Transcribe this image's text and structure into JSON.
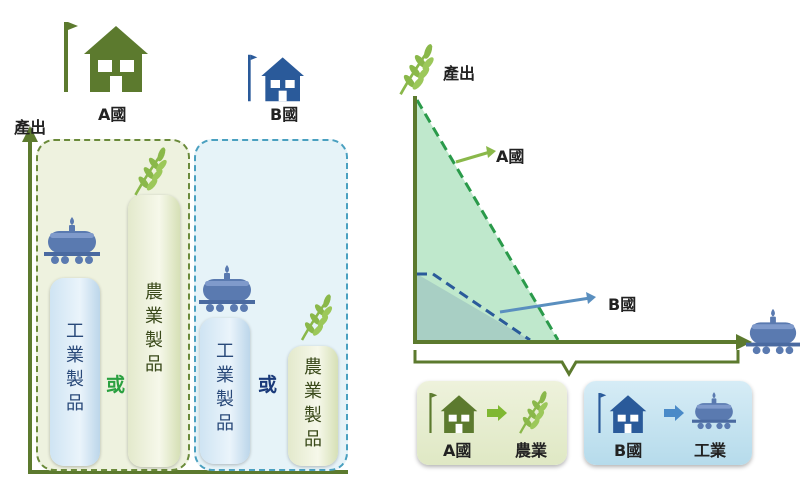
{
  "colors": {
    "green": "#5c7a2e",
    "blue": "#2a5a9a",
    "lightblue": "#4aa0c0",
    "tanker": "#5a7ab0",
    "wheat": "#8ab84a"
  },
  "left": {
    "y_axis_label": "產出",
    "country_a": "A國",
    "country_b": "B國",
    "a_bars": [
      {
        "label": "工業製品",
        "icon": "tanker-icon"
      },
      {
        "label": "農業製品",
        "icon": "wheat-icon"
      }
    ],
    "b_bars": [
      {
        "label": "工業製品",
        "icon": "tanker-icon"
      },
      {
        "label": "農業製品",
        "icon": "wheat-icon"
      }
    ],
    "or_a": "或",
    "or_b": "或"
  },
  "right": {
    "y_axis_label": "產出",
    "y_axis_icon": "wheat-icon",
    "x_axis_icon": "tanker-icon",
    "label_a": "A國",
    "label_b": "B國",
    "box_a": {
      "country": "A國",
      "specialty": "農業"
    },
    "box_b": {
      "country": "B國",
      "specialty": "工業"
    }
  }
}
